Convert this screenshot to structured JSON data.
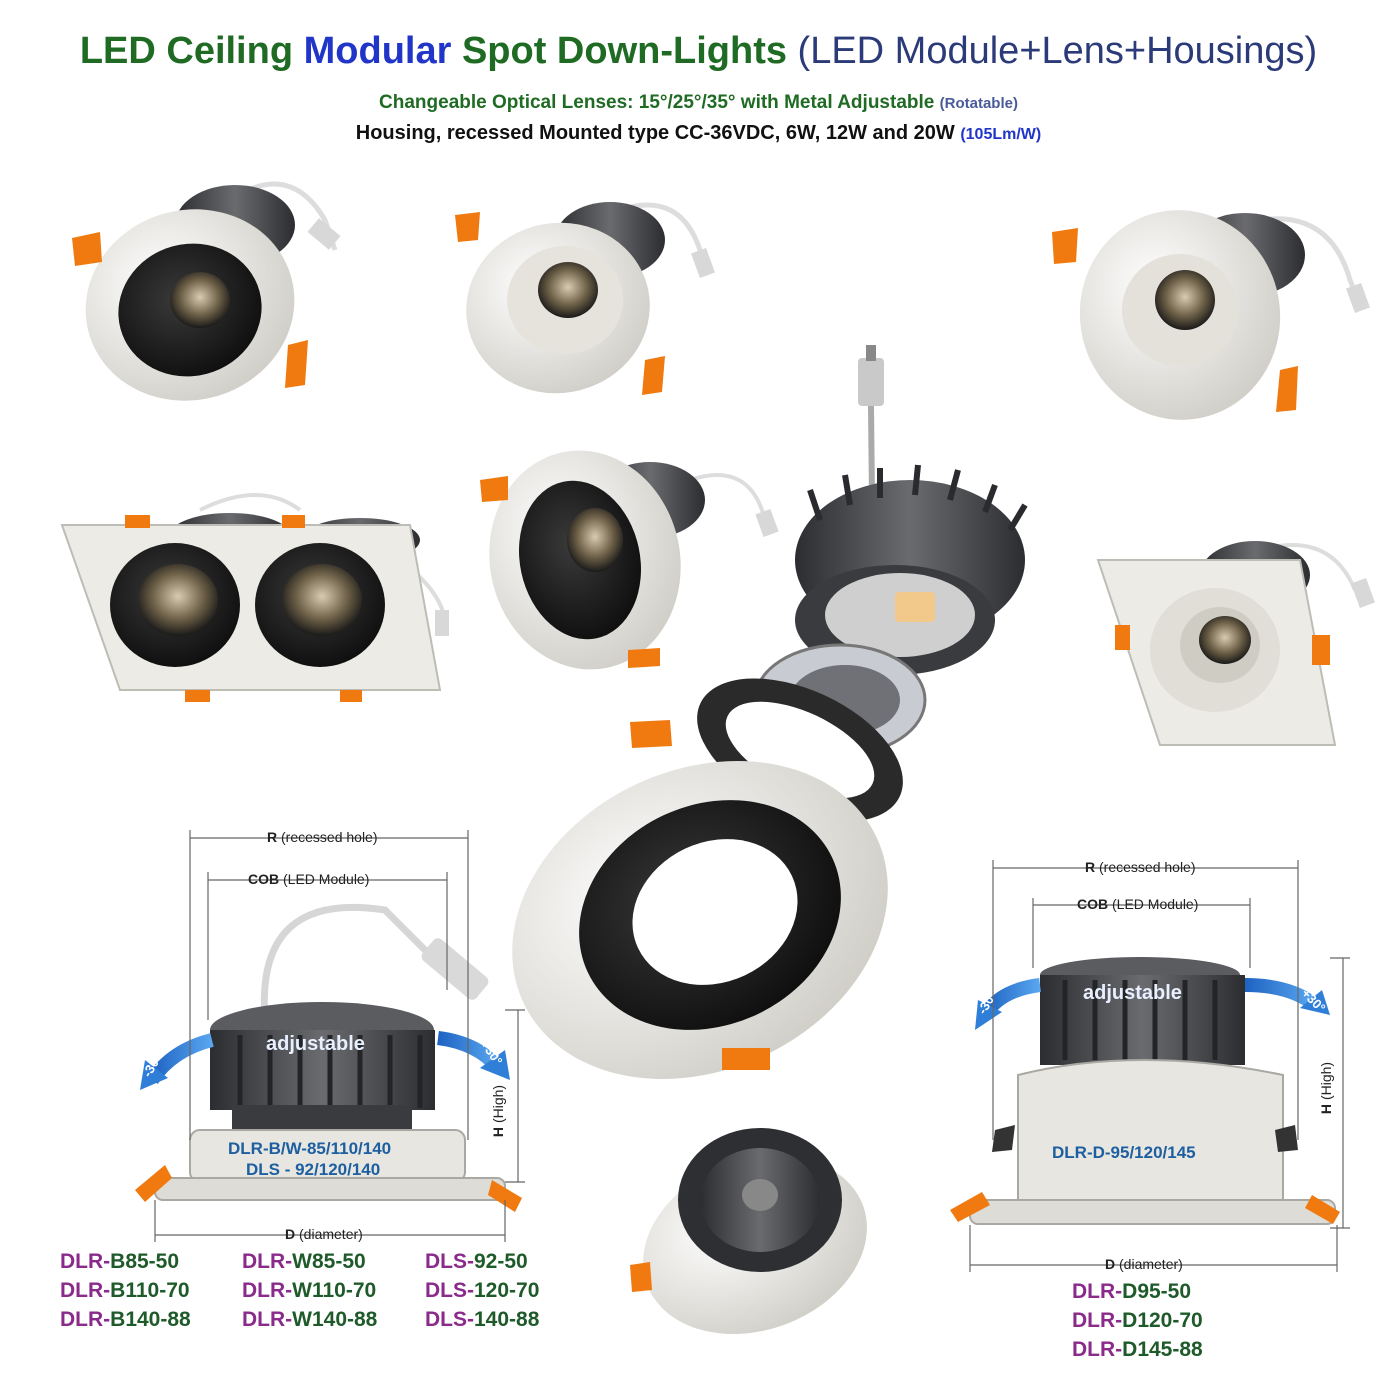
{
  "header": {
    "title_part1": "LED Ceiling ",
    "title_part2": "Modular",
    "title_part3": " Spot Down-Lights ",
    "title_part4": "(LED Module+Lens+Housings)",
    "subtitle1_main": "Changeable Optical Lenses: 15°/25°/35°  with Metal  Adjustable ",
    "subtitle1_note": "(Rotatable)",
    "subtitle2_main": "Housing, recessed Mounted type   CC-36VDC, 6W, 12W and 20W ",
    "subtitle2_note": "(105Lm/W)"
  },
  "left_diagram": {
    "r_label_bold": "R",
    "r_label": " (recessed hole)",
    "cob_label_bold": "COB",
    "cob_label": " (LED Module)",
    "adjustable": "adjustable",
    "neg_angle": "-30°",
    "pos_angle": "+30°",
    "h_label_bold": "H",
    "h_label": " (High)",
    "d_label_bold": "D",
    "d_label": " (diameter)",
    "model_line1": "DLR-B/W-85/110/140",
    "model_line2": "DLS - 92/120/140"
  },
  "right_diagram": {
    "r_label_bold": "R",
    "r_label": " (recessed hole)",
    "cob_label_bold": "COB",
    "cob_label": " (LED Module)",
    "adjustable": "adjustable",
    "neg_angle": "-30°",
    "pos_angle": "+30°",
    "h_label_bold": "H",
    "h_label": " (High)",
    "d_label_bold": "D",
    "d_label": " (diameter)",
    "model_line1": "DLR-D-95/120/145"
  },
  "codes": {
    "col1": [
      {
        "prefix": "DLR-",
        "suffix": "B85-50"
      },
      {
        "prefix": "DLR-",
        "suffix": "B110-70"
      },
      {
        "prefix": "DLR-",
        "suffix": "B140-88"
      }
    ],
    "col2": [
      {
        "prefix": "DLR-",
        "suffix": "W85-50"
      },
      {
        "prefix": "DLR-",
        "suffix": "W110-70"
      },
      {
        "prefix": "DLR-",
        "suffix": "W140-88"
      }
    ],
    "col3": [
      {
        "prefix": "DLS-",
        "suffix": "92-50"
      },
      {
        "prefix": "DLS-",
        "suffix": "120-70"
      },
      {
        "prefix": "DLS-",
        "suffix": "140-88"
      }
    ],
    "col4": [
      {
        "prefix": "DLR-",
        "suffix": "D95-50"
      },
      {
        "prefix": "DLR-",
        "suffix": "D120-70"
      },
      {
        "prefix": "DLR-",
        "suffix": "D145-88"
      }
    ]
  },
  "colors": {
    "orange_clip": "#f07a10",
    "heatsink": "#4a4b4e",
    "housing_white": "#ecebe6",
    "reflector_black": "#1c1c1c",
    "arrow_blue": "#2f7fd8"
  }
}
